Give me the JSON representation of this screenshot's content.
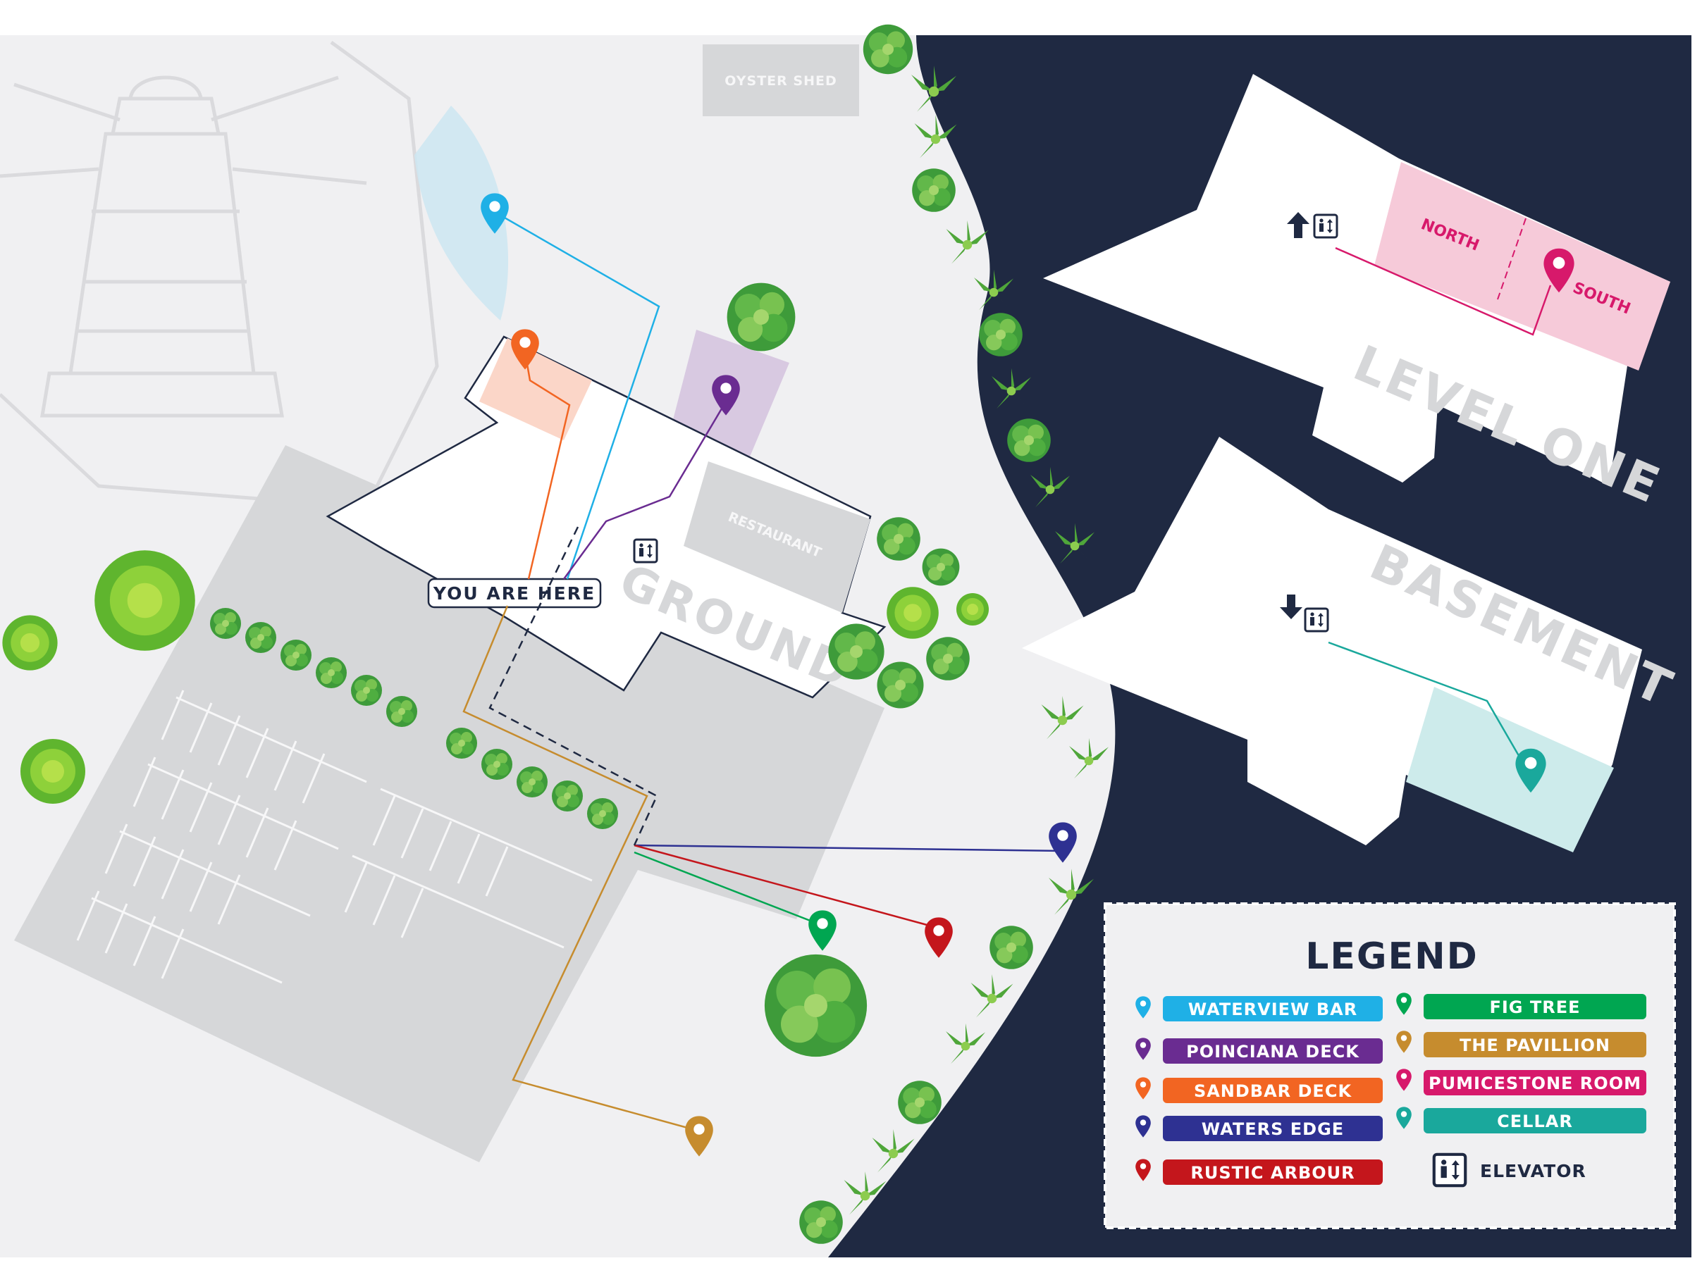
{
  "labels": {
    "oyster_shed": "OYSTER SHED",
    "restaurant": "RESTAURANT",
    "ground": "GROUND",
    "level_one": "LEVEL ONE",
    "basement": "BASEMENT",
    "north": "NORTH",
    "south": "SOUTH",
    "you_are_here": "YOU ARE HERE"
  },
  "legend": {
    "title": "LEGEND",
    "items": [
      {
        "label": "WATERVIEW BAR",
        "color": "#1fb0e6"
      },
      {
        "label": "POINCIANA DECK",
        "color": "#6a2c91"
      },
      {
        "label": "SANDBAR DECK",
        "color": "#f26522"
      },
      {
        "label": "WATERS EDGE",
        "color": "#2e3192"
      },
      {
        "label": "RUSTIC ARBOUR",
        "color": "#c4161c"
      },
      {
        "label": "FIG TREE",
        "color": "#00a651"
      },
      {
        "label": "THE PAVILLION",
        "color": "#c68c2e"
      },
      {
        "label": "PUMICESTONE ROOM",
        "color": "#d7196b"
      },
      {
        "label": "CELLAR",
        "color": "#1aa89c"
      }
    ],
    "elevator_label": "ELEVATOR"
  },
  "icons": {
    "elevator": "elevator-icon",
    "pin": "map-pin-icon",
    "up": "arrow-up-icon",
    "down": "arrow-down-icon"
  },
  "colors": {
    "water": "#1f2942",
    "land": "#f0f0f2",
    "parking": "#d6d7d9",
    "building": "#ffffff",
    "legend_bg": "#f0f0f2"
  }
}
